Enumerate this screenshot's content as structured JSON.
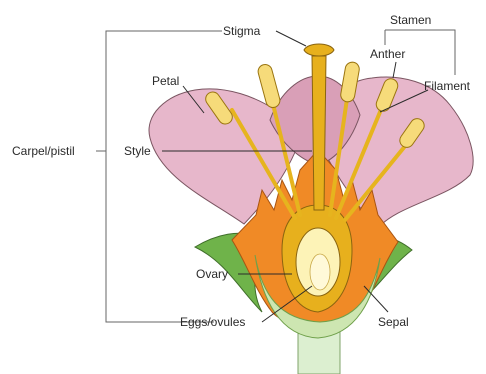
{
  "labels": {
    "stigma": "Stigma",
    "stamen": "Stamen",
    "anther": "Anther",
    "filament": "Filament",
    "petal": "Petal",
    "carpel_pistil": "Carpel/pistil",
    "style": "Style",
    "ovary": "Ovary",
    "eggs_ovules": "Eggs/ovules",
    "sepal": "Sepal"
  },
  "colors": {
    "petal": "#e7b7cb",
    "petal_outline": "#7a5561",
    "sepal": "#6fb34a",
    "sepal_light": "#d7ecc0",
    "receptacle": "#f08a26",
    "pistil": "#e7b01d",
    "filament": "#e6b41e",
    "anther": "#f6db7a",
    "ovule": "#fdf3b7",
    "stem": "#dcefd0"
  }
}
